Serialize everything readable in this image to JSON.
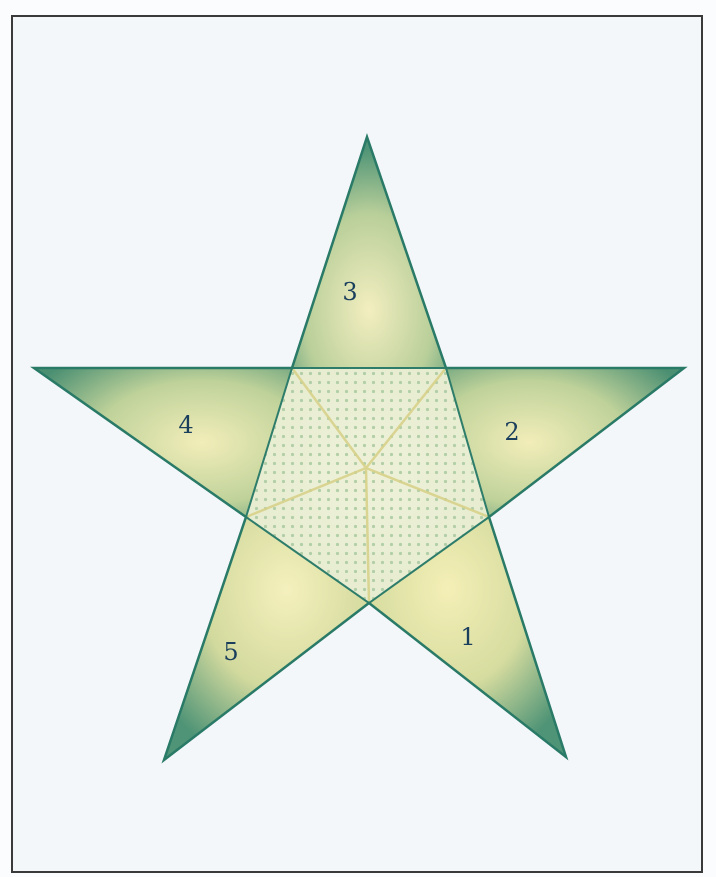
{
  "colors": {
    "background": "#f4f7f9",
    "frame": "#3a3a3a",
    "star_fill_light": "#f0ecb4",
    "star_fill_dark": "#5f9d78",
    "star_stroke": "#2e7d6b",
    "center_dots": "#9fc49a",
    "number_ink": "#1a3f5c"
  },
  "labels": {
    "point_top": "3",
    "point_right": "2",
    "point_bottom_right": "1",
    "point_bottom_left": "5",
    "point_left": "4"
  }
}
